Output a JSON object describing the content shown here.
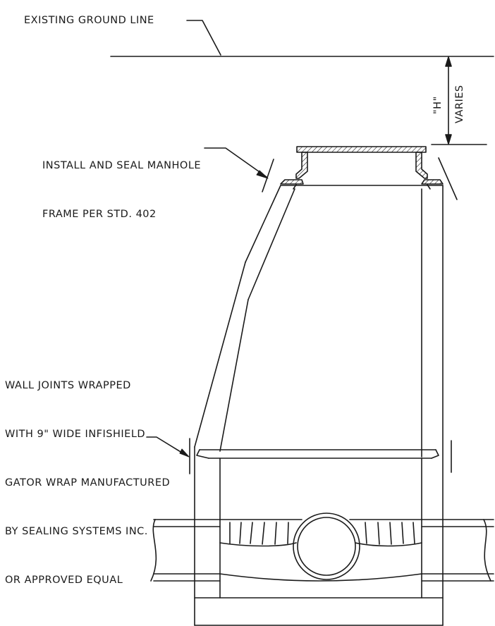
{
  "labels": {
    "ground_line": "EXISTING GROUND LINE",
    "install_note": [
      "INSTALL AND SEAL MANHOLE",
      "FRAME PER STD. 402"
    ],
    "wall_joint_note": [
      "WALL JOINTS WRAPPED",
      "WITH 9\" WIDE INFISHIELD",
      "GATOR WRAP MANUFACTURED",
      "BY SEALING SYSTEMS INC.",
      "OR APPROVED EQUAL"
    ],
    "dimension_h": "\"H\"",
    "dimension_varies": "VARIES"
  },
  "colors": {
    "line": "#1a1a1a",
    "background": "#ffffff"
  }
}
